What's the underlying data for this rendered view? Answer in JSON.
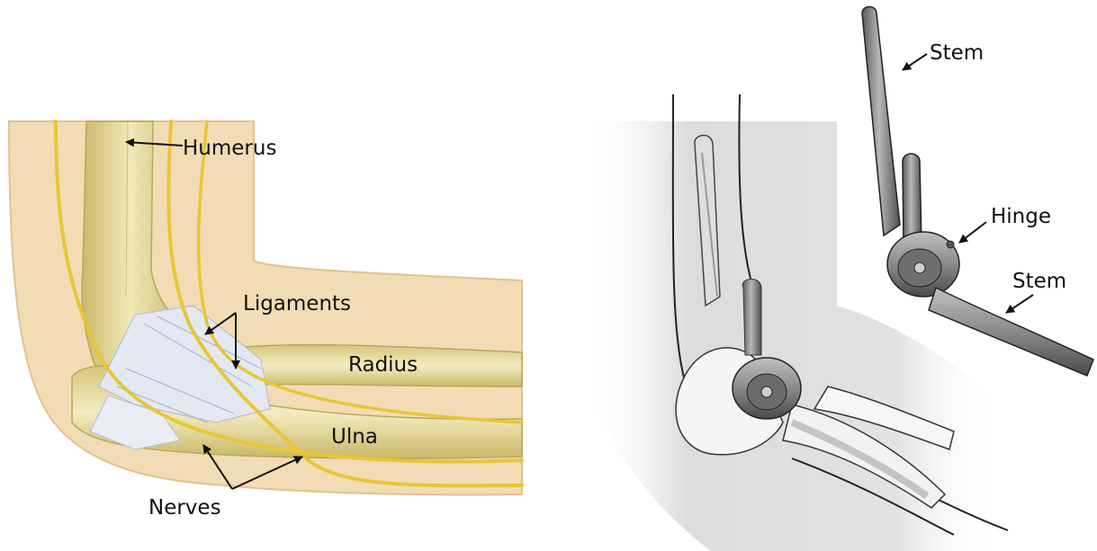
{
  "anatomy": {
    "labels": {
      "humerus": "Humerus",
      "ligaments": "Ligaments",
      "radius": "Radius",
      "ulna": "Ulna",
      "nerves": "Nerves"
    }
  },
  "implant": {
    "labels": {
      "stem_top": "Stem",
      "hinge": "Hinge",
      "stem_bottom": "Stem"
    }
  },
  "colors": {
    "skin": "#f2dcb5",
    "skin_edge": "#e2c28e",
    "bone": "#e6dc9e",
    "bone_shadow": "#c9b96a",
    "bone_highlight": "#f6f0c8",
    "nerve": "#e8c635",
    "ligament": "#e4e8f2",
    "metal": "#8a8a8a",
    "metal_dark": "#4a4a4a",
    "shadow_gray": "#d6d6d6"
  }
}
